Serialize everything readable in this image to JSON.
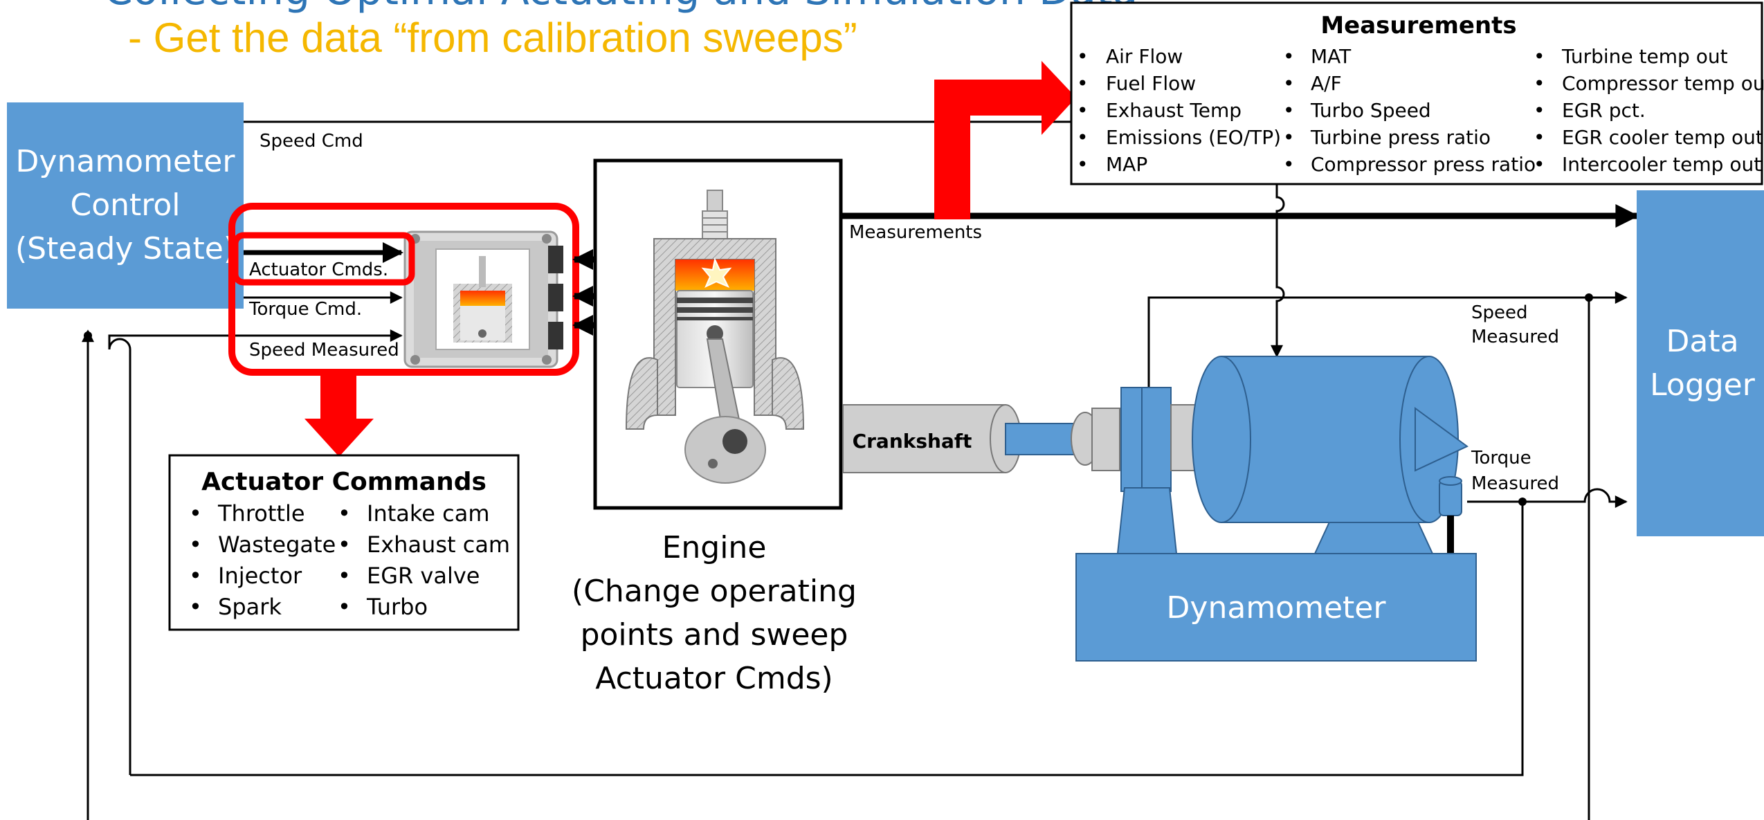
{
  "title_fragment": "Collecting Optimal Actuating and Simulation Data",
  "subtitle": "- Get the data “from calibration sweeps”",
  "dyno_control": {
    "line1": "Dynamometer",
    "line2": "Control",
    "line3": "(Steady State)"
  },
  "signals": {
    "speed_cmd": "Speed Cmd",
    "actuator_cmds": "Actuator Cmds.",
    "torque_cmd": "Torque Cmd.",
    "speed_measured": "Speed Measured",
    "measurements": "Measurements",
    "speed_measured_right_1": "Speed",
    "speed_measured_right_2": "Measured",
    "torque_measured_1": "Torque",
    "torque_measured_2": "Measured"
  },
  "measurements_box": {
    "title": "Measurements",
    "col1": [
      "Air Flow",
      "Fuel Flow",
      "Exhaust Temp",
      "Emissions (EO/TP)",
      "MAP"
    ],
    "col2": [
      "MAT",
      "A/F",
      "Turbo Speed",
      "Turbine press ratio",
      "Compressor press ratio"
    ],
    "col3": [
      "Turbine temp out",
      "Compressor temp out",
      "EGR pct.",
      "EGR cooler temp out",
      "Intercooler temp out"
    ]
  },
  "actuator_box": {
    "title": "Actuator Commands",
    "col1": [
      "Throttle",
      "Wastegate",
      "Injector",
      "Spark"
    ],
    "col2": [
      "Intake cam",
      "Exhaust cam",
      "EGR valve",
      "Turbo"
    ]
  },
  "engine_caption": {
    "line1": "Engine",
    "line2": "(Change operating",
    "line3": "points and sweep",
    "line4": "Actuator Cmds)"
  },
  "crankshaft": "Crankshaft",
  "dynamometer": "Dynamometer",
  "data_logger": {
    "line1": "Data",
    "line2": "Logger"
  },
  "bullet": "•",
  "colors": {
    "block_blue": "#5b9bd5",
    "highlight_red": "#ff0000",
    "subtitle_gold": "#f5b700",
    "title_blue": "#2e75b6",
    "flame_orange": "#ff6a00"
  },
  "icons": [
    "ecu-icon",
    "piston-icon",
    "spark-icon"
  ]
}
